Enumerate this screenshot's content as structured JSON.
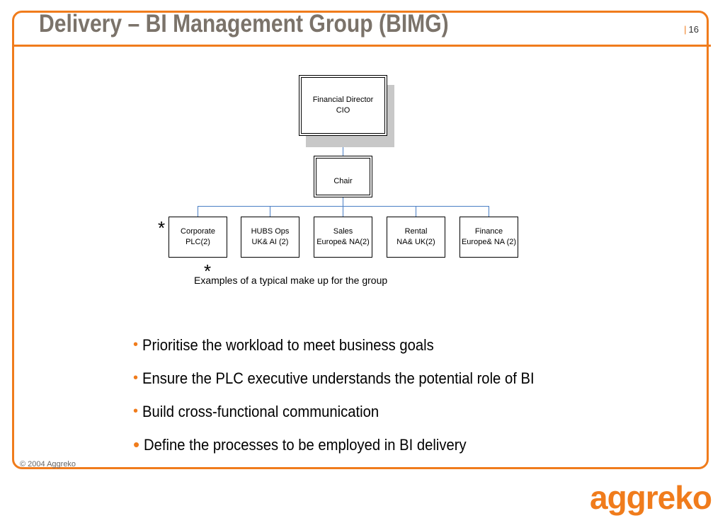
{
  "slide": {
    "title": "Delivery – BI Management Group (BIMG)",
    "page_separator": "|",
    "page_number": "16",
    "footer": "© 2004 Aggreko",
    "logo_text": "aggreko"
  },
  "org_chart": {
    "top_box": "Financial Director\nCIO",
    "chair_box": "Chair",
    "members": [
      "Corporate\nPLC(2)",
      "HUBS Ops\nUK& AI (2)",
      "Sales\nEurope& NA(2)",
      "Rental\nNA& UK(2)",
      "Finance\nEurope& NA (2)"
    ],
    "star_symbol": "*",
    "note": "Examples of a typical make up for the group"
  },
  "bullets": [
    "Prioritise the workload to meet business goals",
    "Ensure the PLC executive understands the potential role of BI",
    "Build cross-functional communication",
    "Define the processes to be employed in BI delivery"
  ],
  "colors": {
    "accent": "#f07c1c",
    "title": "#7b736a",
    "connector": "#4a7ec4"
  }
}
